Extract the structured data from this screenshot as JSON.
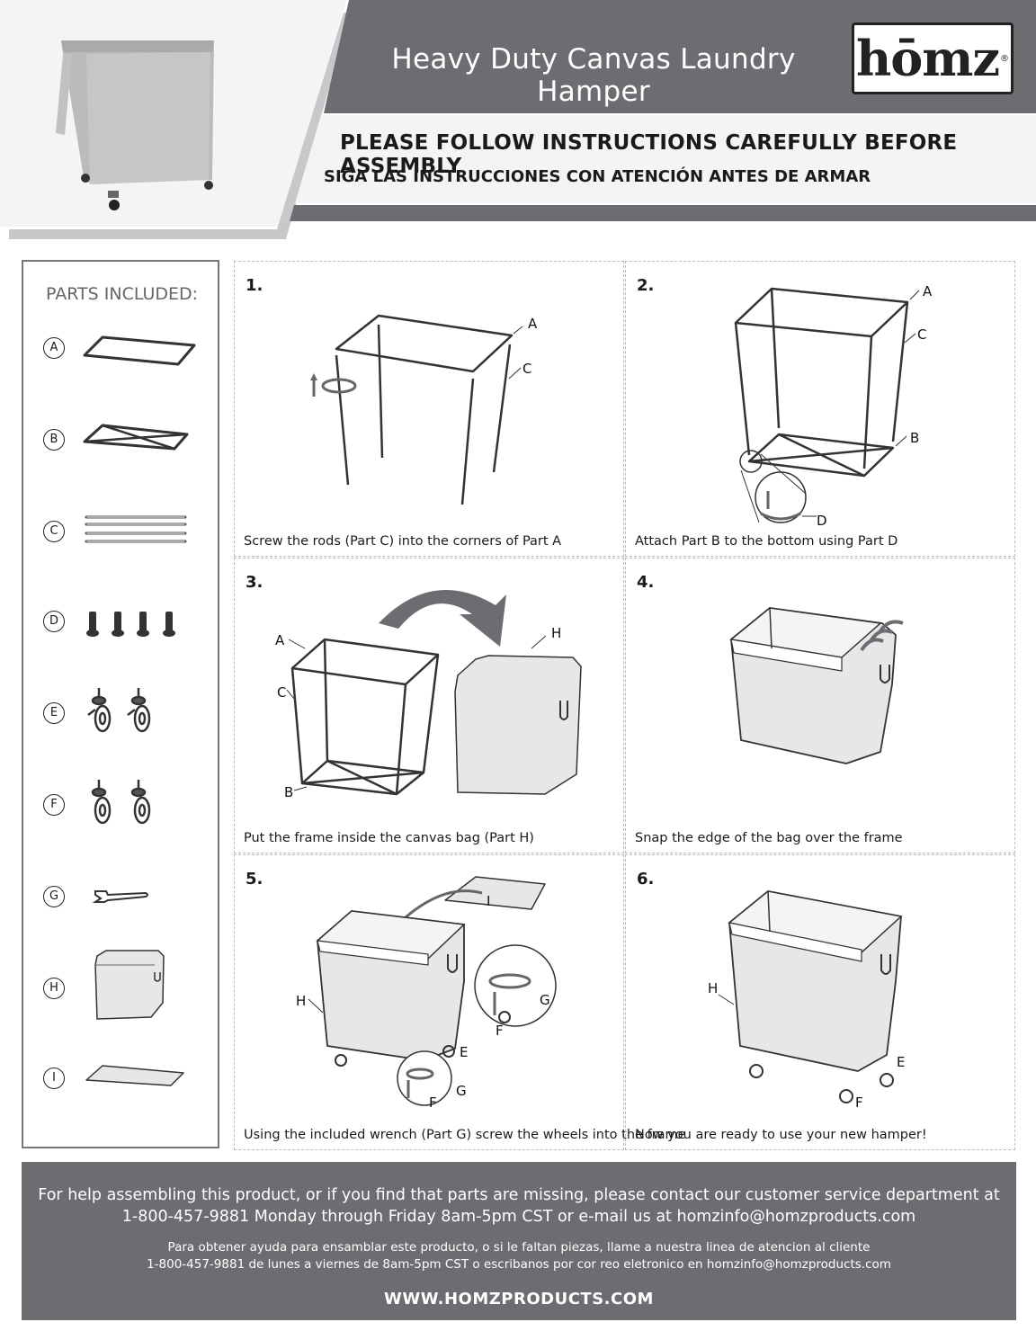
{
  "header": {
    "title": "Heavy Duty Canvas Laundry Hamper",
    "brand_logo": "hōmz",
    "brand_reg": "®",
    "instruction_en": "PLEASE FOLLOW INSTRUCTIONS CAREFULLY BEFORE ASSEMBLY",
    "instruction_es": "SIGA LAS INSTRUCCIONES CON ATENCIÓN ANTES DE ARMAR",
    "colors": {
      "band": "#6b6d70",
      "light": "#f3f4f5",
      "stripe": "#c7c8ca"
    }
  },
  "parts": {
    "title": "PARTS INCLUDED:",
    "items": [
      {
        "letter": "A",
        "icon": "top-frame-icon"
      },
      {
        "letter": "B",
        "icon": "bottom-frame-icon"
      },
      {
        "letter": "C",
        "icon": "rods-icon"
      },
      {
        "letter": "D",
        "icon": "bolts-icon"
      },
      {
        "letter": "E",
        "icon": "locking-caster-icon"
      },
      {
        "letter": "F",
        "icon": "caster-icon"
      },
      {
        "letter": "G",
        "icon": "wrench-icon"
      },
      {
        "letter": "H",
        "icon": "canvas-bag-icon"
      },
      {
        "letter": "I",
        "icon": "bottom-board-icon"
      }
    ]
  },
  "steps": [
    {
      "num": "1.",
      "caption": "Screw the rods (Part C) into the corners of Part A",
      "labels": [
        "A",
        "C"
      ]
    },
    {
      "num": "2.",
      "caption": "Attach Part B to the bottom using Part D",
      "labels": [
        "A",
        "C",
        "B",
        "D"
      ]
    },
    {
      "num": "3.",
      "caption": "Put the frame inside the canvas bag (Part H)",
      "labels": [
        "A",
        "C",
        "B",
        "H"
      ]
    },
    {
      "num": "4.",
      "caption": "Snap the edge of the bag over the frame",
      "labels": []
    },
    {
      "num": "5.",
      "caption": "Using the included wrench (Part G) screw the wheels into the frame",
      "labels": [
        "I",
        "H",
        "G",
        "F",
        "E",
        "G",
        "F"
      ]
    },
    {
      "num": "6.",
      "caption": "Now you are ready to use your new hamper!",
      "labels": [
        "H",
        "E",
        "F"
      ]
    }
  ],
  "footer": {
    "en_line1": "For help assembling this product, or if you find that parts are missing, please contact our customer service department at",
    "en_line2": "1-800-457-9881 Monday through Friday 8am-5pm CST or e-mail us at homzinfo@homzproducts.com",
    "es_line1": "Para obtener ayuda para ensamblar este producto, o si le faltan piezas, llame a nuestra linea de atencion al cliente",
    "es_line2": "1-800-457-9881 de lunes a viernes de 8am-5pm CST o escribanos por cor reo eletronico en homzinfo@homzproducts.com",
    "url": "WWW.HOMZPRODUCTS.COM"
  }
}
